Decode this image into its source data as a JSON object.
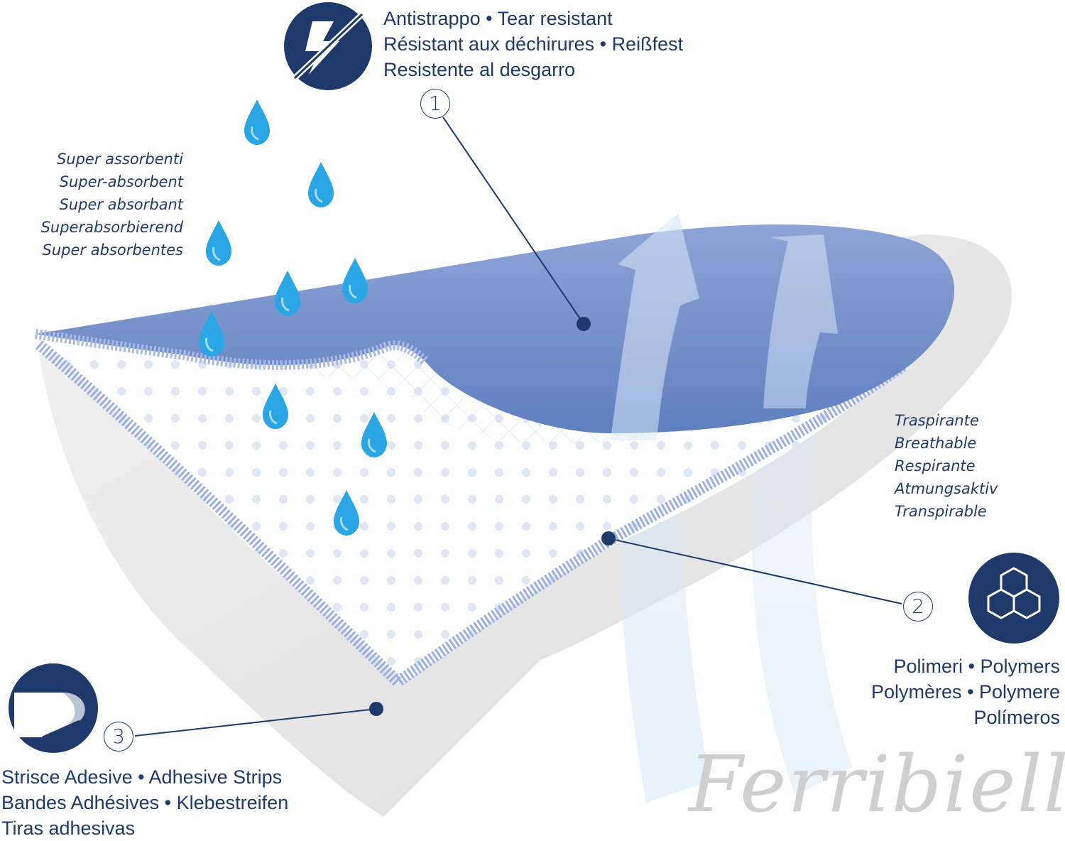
{
  "features": {
    "tear": {
      "number": "1",
      "lines": [
        "Antistrappo • Tear resistant",
        "Résistant aux déchirures • Reißfest",
        "Resistente al desgarro"
      ],
      "icon": "lightning-crossed-icon"
    },
    "absorb": {
      "lines": [
        "Super assorbenti",
        "Super-absorbent",
        "Super absorbant",
        "Superabsorbierend",
        "Super absorbentes"
      ],
      "icon": "water-drop-icon"
    },
    "breath": {
      "lines": [
        "Traspirante",
        "Breathable",
        "Respirante",
        "Atmungsaktiv",
        "Transpirable"
      ],
      "icon": "airflow-arrow-icon"
    },
    "poly": {
      "number": "2",
      "lines": [
        "Polimeri • Polymers",
        "Polymères • Polymere",
        "Polímeros"
      ],
      "icon": "hexagon-molecule-icon"
    },
    "strip": {
      "number": "3",
      "lines": [
        "Strisce Adesive • Adhesive Strips",
        "Bandes Adhésives • Klebestreifen",
        "Tiras adhesivas"
      ],
      "icon": "peel-strip-icon"
    }
  },
  "brand": {
    "name": "Ferribiella"
  },
  "colors": {
    "navy": "#1f3a6a",
    "top_layer": "#6b87c2",
    "drop": "#29a3e0",
    "border": "#9aaee3",
    "arrow": "#cfe3f5",
    "backing": "#e6e6e6"
  }
}
